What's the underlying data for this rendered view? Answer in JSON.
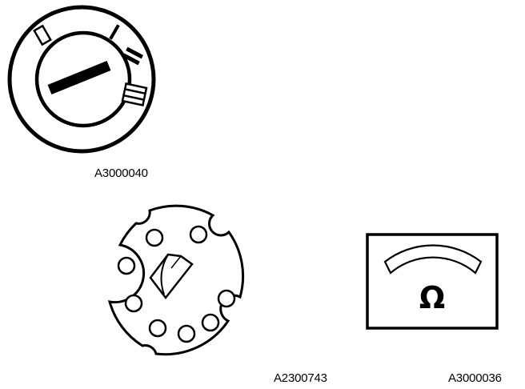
{
  "figures": [
    {
      "id": "ignition-switch",
      "code": "A3000040",
      "positions": [
        "0",
        "I",
        "II",
        "III"
      ]
    },
    {
      "id": "connector-plate",
      "code": "A2300743"
    },
    {
      "id": "ohmmeter",
      "code": "A3000036",
      "symbol": "Ω"
    }
  ],
  "colors": {
    "ink": "#000000",
    "paper": "#ffffff"
  }
}
